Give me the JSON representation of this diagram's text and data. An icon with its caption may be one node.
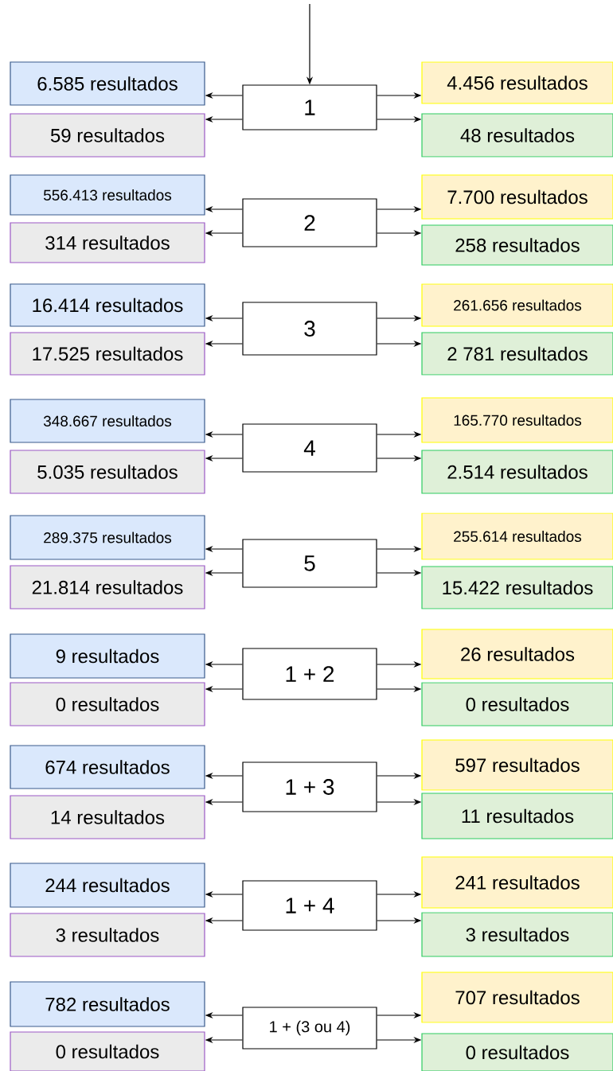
{
  "diagram": {
    "nodes": [
      {
        "text": [
          "1"
        ]
      },
      {
        "text": [
          "6.585 resultados"
        ]
      },
      {
        "text": [
          "59 resultados"
        ]
      },
      {
        "text": [
          "4.456 resultados"
        ]
      },
      {
        "text": [
          "48 resultados"
        ]
      },
      {
        "text": [
          "2"
        ]
      },
      {
        "text": [
          "556.413 resultados"
        ]
      },
      {
        "text": [
          "314 resultados"
        ]
      },
      {
        "text": [
          "7.700 resultados"
        ]
      },
      {
        "text": [
          "258 resultados"
        ]
      },
      {
        "text": [
          "3"
        ]
      },
      {
        "text": [
          "16.414 resultados"
        ]
      },
      {
        "text": [
          "17.525 resultados"
        ]
      },
      {
        "text": [
          "261.656 resultados"
        ]
      },
      {
        "text": [
          "2 781 resultados"
        ]
      },
      {
        "text": [
          "4"
        ]
      },
      {
        "text": [
          "348.667 resultados"
        ]
      },
      {
        "text": [
          "5.035 resultados"
        ]
      },
      {
        "text": [
          "165.770 resultados"
        ]
      },
      {
        "text": [
          "2.514 resultados"
        ]
      },
      {
        "text": [
          "5"
        ]
      },
      {
        "text": [
          "289.375 resultados"
        ]
      },
      {
        "text": [
          "21.814 resultados"
        ]
      },
      {
        "text": [
          "255.614 resultados"
        ]
      },
      {
        "text": [
          "15.422 resultados"
        ]
      },
      {
        "text": [
          "1 + 2"
        ]
      },
      {
        "text": [
          "9 resultados"
        ]
      },
      {
        "text": [
          "0 resultados"
        ]
      },
      {
        "text": [
          "26 resultados"
        ]
      },
      {
        "text": [
          "0 resultados"
        ]
      },
      {
        "text": [
          "1 + 3"
        ]
      },
      {
        "text": [
          "674 resultados"
        ]
      },
      {
        "text": [
          "14 resultados"
        ]
      },
      {
        "text": [
          "597 resultados"
        ]
      },
      {
        "text": [
          "11 resultados"
        ]
      },
      {
        "text": [
          "1 + 4"
        ]
      },
      {
        "text": [
          "244 resultados"
        ]
      },
      {
        "text": [
          "3 resultados"
        ]
      },
      {
        "text": [
          "241 resultados"
        ]
      },
      {
        "text": [
          "3 resultados"
        ]
      },
      {
        "text": [
          "1 + (3 ou 4)"
        ]
      },
      {
        "text": [
          "782 resultados"
        ]
      },
      {
        "text": [
          "0 resultados"
        ]
      },
      {
        "text": [
          "707 resultados"
        ]
      },
      {
        "text": [
          "0 resultados"
        ]
      }
    ],
    "edges": [
      {
        "from": null,
        "to": 0,
        "arrow": "to"
      },
      {
        "from": 0,
        "to": 1,
        "arrow": "to"
      },
      {
        "from": 0,
        "to": 2,
        "arrow": "to"
      },
      {
        "from": 0,
        "to": 3,
        "arrow": "to"
      },
      {
        "from": 0,
        "to": 4,
        "arrow": "to"
      },
      {
        "from": 5,
        "to": 6,
        "arrow": "to"
      },
      {
        "from": 5,
        "to": 7,
        "arrow": "to"
      },
      {
        "from": 5,
        "to": 8,
        "arrow": "to"
      },
      {
        "from": 5,
        "to": 9,
        "arrow": "to"
      },
      {
        "from": 10,
        "to": 11,
        "arrow": "to"
      },
      {
        "from": 10,
        "to": 12,
        "arrow": "to"
      },
      {
        "from": 10,
        "to": 13,
        "arrow": "to"
      },
      {
        "from": 10,
        "to": 14,
        "arrow": "to"
      },
      {
        "from": 15,
        "to": 16,
        "arrow": "to"
      },
      {
        "from": 15,
        "to": 17,
        "arrow": "to"
      },
      {
        "from": 15,
        "to": 18,
        "arrow": "to"
      },
      {
        "from": 15,
        "to": 19,
        "arrow": "to"
      },
      {
        "from": 20,
        "to": 21,
        "arrow": "to"
      },
      {
        "from": 20,
        "to": 22,
        "arrow": "to"
      },
      {
        "from": 20,
        "to": 23,
        "arrow": "to"
      },
      {
        "from": 20,
        "to": 24,
        "arrow": "to"
      },
      {
        "from": 25,
        "to": 26,
        "arrow": "to"
      },
      {
        "from": 25,
        "to": 27,
        "arrow": "to"
      },
      {
        "from": 25,
        "to": 28,
        "arrow": "to"
      },
      {
        "from": 25,
        "to": 29,
        "arrow": "to"
      },
      {
        "from": 30,
        "to": 31,
        "arrow": "to"
      },
      {
        "from": 30,
        "to": 32,
        "arrow": "to"
      },
      {
        "from": 30,
        "to": 33,
        "arrow": "to"
      },
      {
        "from": 30,
        "to": 34,
        "arrow": "to"
      },
      {
        "from": 35,
        "to": 36,
        "arrow": "to"
      },
      {
        "from": 35,
        "to": 37,
        "arrow": "to"
      },
      {
        "from": 35,
        "to": 38,
        "arrow": "to"
      },
      {
        "from": 35,
        "to": 39,
        "arrow": "to"
      },
      {
        "from": 40,
        "to": 41,
        "arrow": "to"
      },
      {
        "from": 40,
        "to": 42,
        "arrow": "to"
      },
      {
        "from": 40,
        "to": 43,
        "arrow": "to"
      },
      {
        "from": 40,
        "to": 44,
        "arrow": "to"
      }
    ]
  }
}
